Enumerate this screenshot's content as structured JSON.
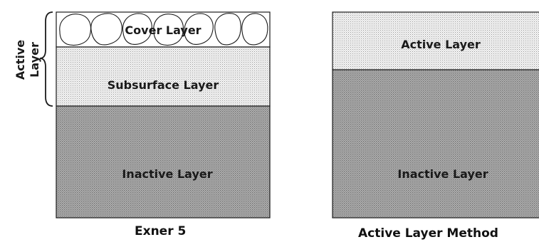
{
  "left_panel": {
    "caption": "Exner 5",
    "active_bracket_label": "Active Layer",
    "layers": {
      "cover": "Cover Layer",
      "subsurface": "Subsurface Layer",
      "inactive": "Inactive Layer"
    }
  },
  "right_panel": {
    "caption": "Active Layer Method",
    "layers": {
      "active": "Active Layer",
      "inactive": "Inactive Layer"
    }
  }
}
